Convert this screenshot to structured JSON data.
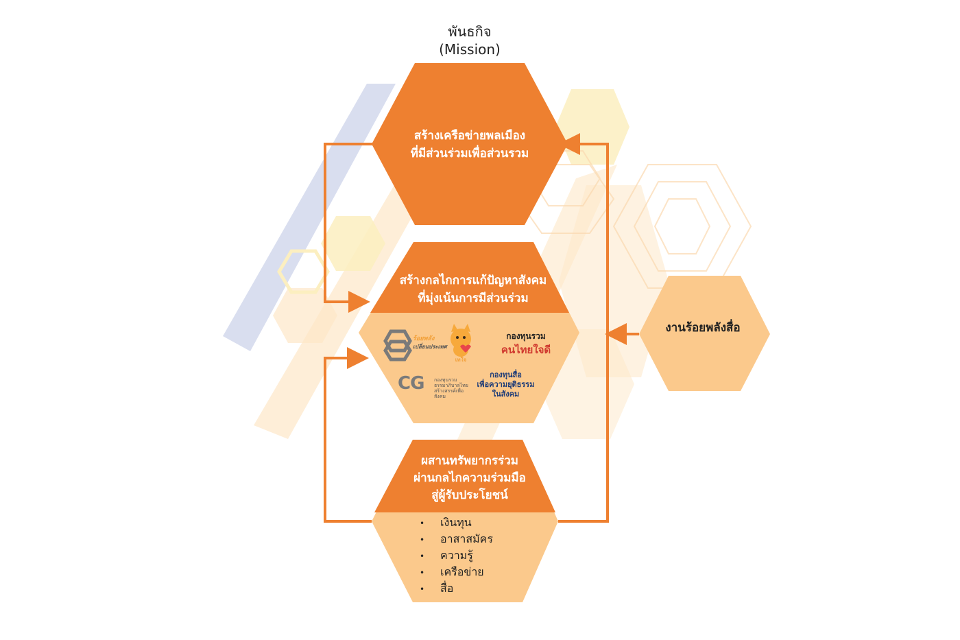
{
  "mission": {
    "title_th": "พันธกิจ",
    "title_en": "(Mission)"
  },
  "hex1": {
    "line1": "สร้างเครือข่ายพลเมือง",
    "line2": "ที่มีส่วนร่วมเพื่อส่วนรวม"
  },
  "hex2": {
    "line1": "สร้างกลไกการแก้ปัญหาสังคม",
    "line2": "ที่มุ่งเน้นการมีส่วนร่วม"
  },
  "logos": {
    "roi_palang_1": "ร้อยพลัง",
    "roi_palang_2": "เปลี่ยนประเทศ",
    "mascot_label": "เทใจ",
    "khon_thai_1": "กองทุนรวม",
    "khon_thai_2": "คนไทยใจดี",
    "cg_mark": "CG",
    "cg_line1": "กองทุนรวม",
    "cg_line2": "ธรรมาภิบาลไทย",
    "cg_line3": "สร้างสรรค์เพื่อสังคม",
    "media_fund_1": "กองทุนสื่อ",
    "media_fund_2": "เพื่อความยุติธรรม",
    "media_fund_3": "ในสังคม"
  },
  "hex3": {
    "line1": "ผสานทรัพยากรร่วม",
    "line2": "ผ่านกลไกความร่วมมือ",
    "line3": "สู่ผู้รับประโยชน์"
  },
  "resources": [
    "เงินทุน",
    "อาสาสมัคร",
    "ความรู้",
    "เครือข่าย",
    "สื่อ"
  ],
  "side": {
    "label": "งานร้อยพลังสื่อ"
  },
  "colors": {
    "dark_orange": "#EE8030",
    "light_orange": "#FBC98C",
    "pale": "#FDE7C8",
    "blue": "#D5DAED",
    "yellow": "#FCEFC0"
  }
}
